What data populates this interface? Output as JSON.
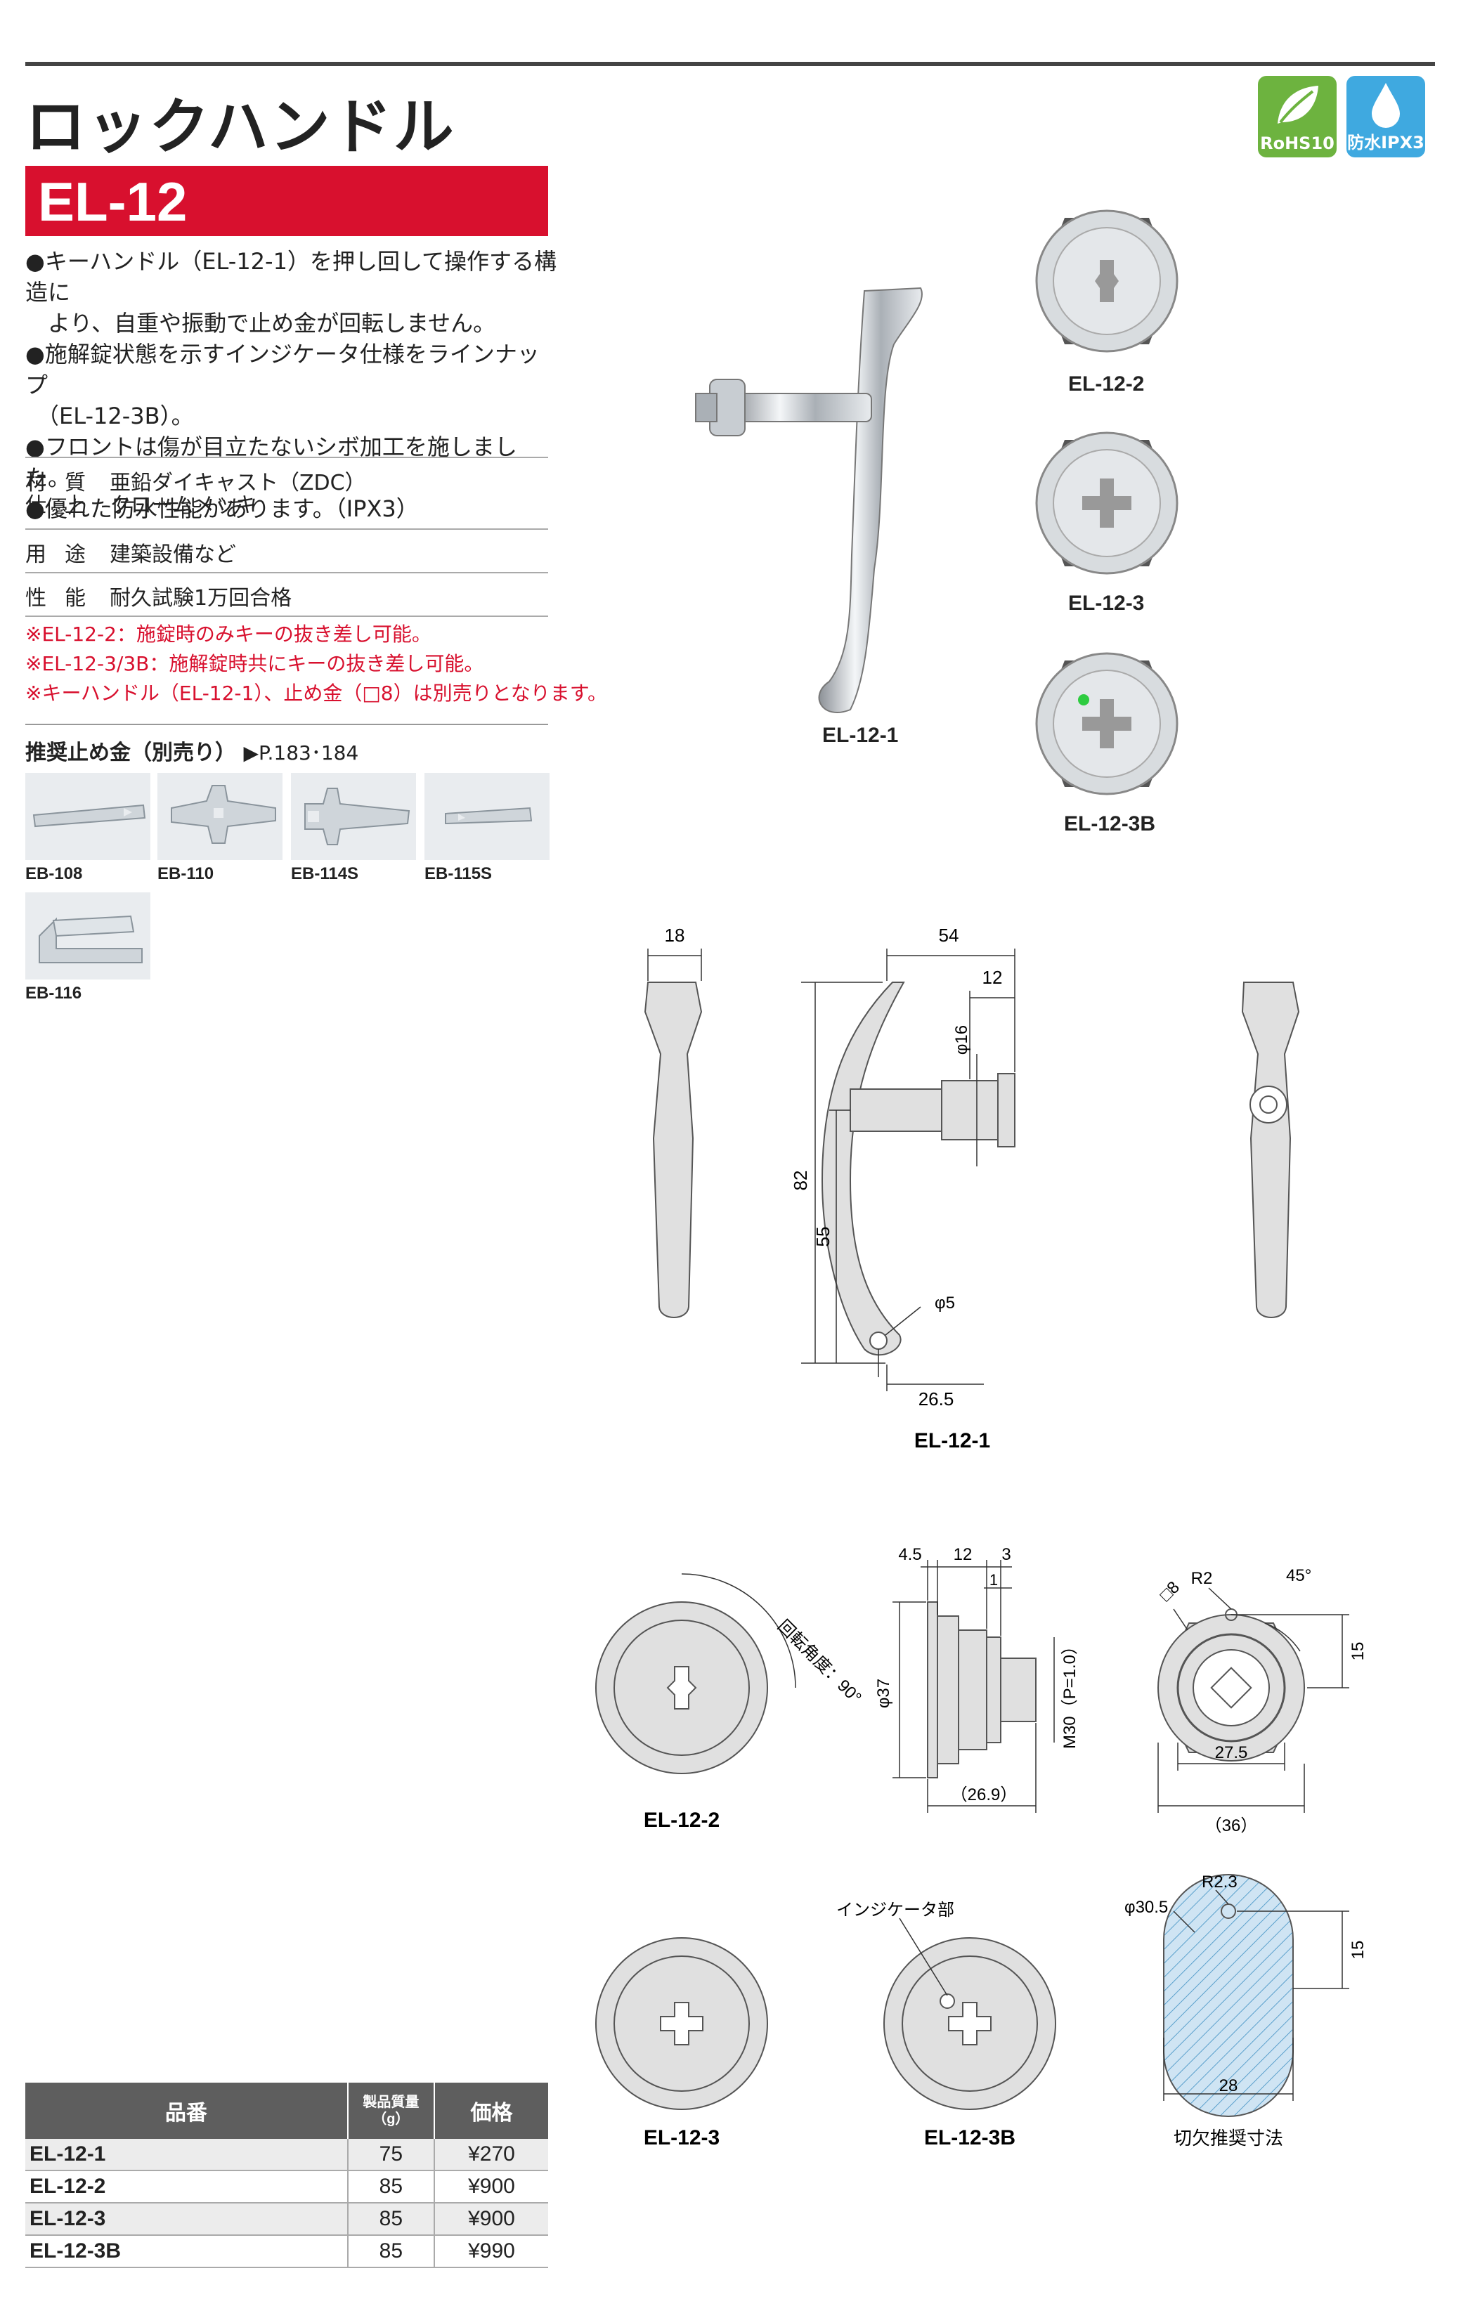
{
  "header": {
    "title": "ロックハンドル",
    "model": "EL-12",
    "badges": [
      {
        "label": "RoHS10",
        "icon": "leaf-icon",
        "color": "#6db33f"
      },
      {
        "label": "防水IPX3",
        "icon": "water-drop-icon",
        "color": "#3fa9e0"
      }
    ]
  },
  "features": [
    "●キーハンドル（EL-12-1）を押し回して操作する構造に",
    "　より、自重や振動で止め金が回転しません。",
    "●施解錠状態を示すインジケータ仕様をラインナップ",
    "　（EL-12-3B）。",
    "●フロントは傷が目立たないシボ加工を施しました。",
    "●優れた防水性能があります。（IPX3）"
  ],
  "specs": [
    {
      "key": "材質",
      "value": "亜鉛ダイキャスト（ZDC）",
      "key2": "仕上",
      "value2": "クロームメッキ"
    },
    {
      "key": "用途",
      "value": "建築設備など"
    },
    {
      "key": "性能",
      "value": "耐久試験1万回合格"
    }
  ],
  "notes": [
    "※EL-12-2：施錠時のみキーの抜き差し可能。",
    "※EL-12-3/3B：施解錠時共にキーの抜き差し可能。",
    "※キーハンドル（EL-12-1）、止め金（□8）は別売りとなります。"
  ],
  "recommended": {
    "heading": "推奨止め金（別売り）",
    "ref": "▶P.183･184",
    "items": [
      "EB-108",
      "EB-110",
      "EB-114S",
      "EB-115S",
      "EB-116"
    ]
  },
  "photos": {
    "handle": "EL-12-1",
    "cyl2": "EL-12-2",
    "cyl3": "EL-12-3",
    "cyl3b": "EL-12-3B"
  },
  "drawing1": {
    "label": "EL-12-1",
    "dims": {
      "w18": "18",
      "w54": "54",
      "w12": "12",
      "d16": "φ16",
      "h82": "82",
      "h55": "55",
      "d5": "φ5",
      "w265": "26.5"
    }
  },
  "drawing2": {
    "front_label": "EL-12-2",
    "rotation": "回転角度：90°",
    "dims": {
      "a45": "4.5",
      "a12": "12",
      "a3": "3",
      "a1": "1",
      "d37": "φ37",
      "m30": "M30（P=1.0）",
      "l269": "（26.9）",
      "sq8": "□8",
      "r2": "R2",
      "ang45": "45°",
      "h15": "15",
      "w275": "27.5",
      "w36": "（36）"
    }
  },
  "drawing3": {
    "label3": "EL-12-3",
    "label3b": "EL-12-3B",
    "indicator": "インジケータ部",
    "r23": "R2.3",
    "d305": "φ30.5",
    "h15": "15",
    "w28": "28",
    "cutout": "切欠推奨寸法"
  },
  "table": {
    "headers": {
      "part": "品番",
      "weight": "製品質量",
      "weight_unit": "（g）",
      "price": "価格"
    },
    "rows": [
      {
        "part": "EL-12-1",
        "weight": "75",
        "price": "¥270"
      },
      {
        "part": "EL-12-2",
        "weight": "85",
        "price": "¥900"
      },
      {
        "part": "EL-12-3",
        "weight": "85",
        "price": "¥900"
      },
      {
        "part": "EL-12-3B",
        "weight": "85",
        "price": "¥990"
      }
    ]
  }
}
